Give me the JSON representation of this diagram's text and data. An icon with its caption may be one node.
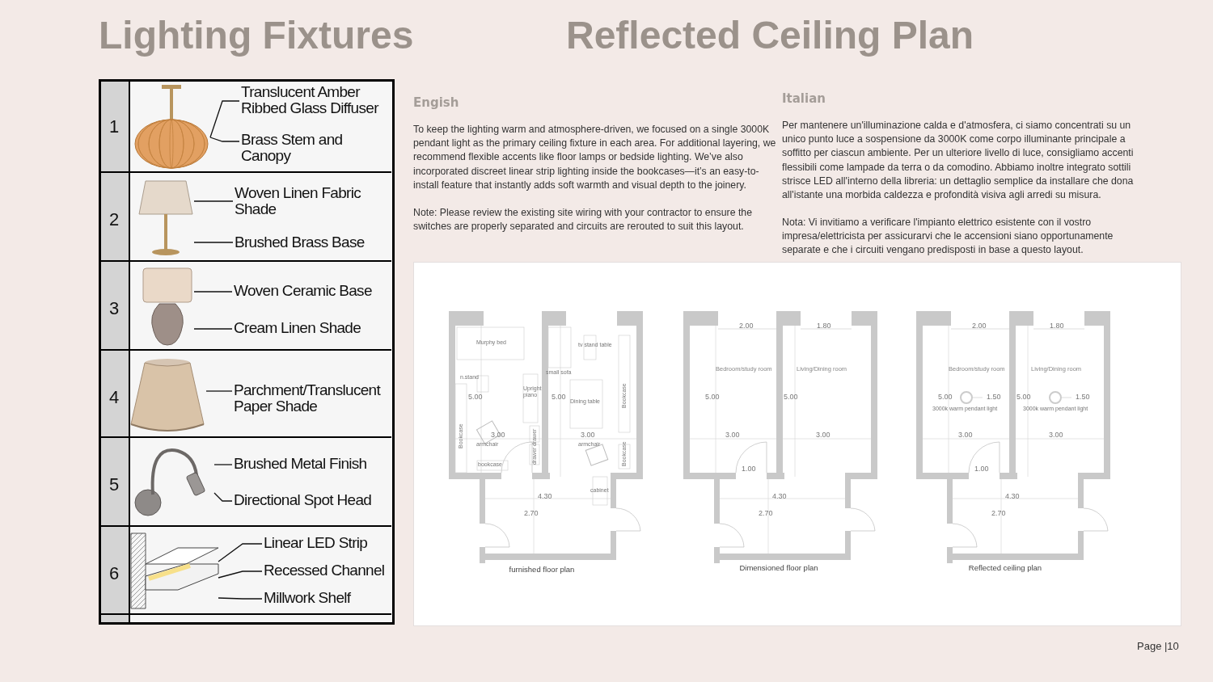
{
  "diagram": {
    "nodes": [
      {
        "text": [],
        "shape": "picture"
      },
      {
        "text": [
          "Translucent Amber Ribbed Glass Diffuser"
        ]
      },
      {
        "text": [
          "Brass Stem and Canopy"
        ]
      },
      {
        "text": [],
        "shape": "picture"
      },
      {
        "text": [
          "Woven Linen Fabric Shade"
        ]
      },
      {
        "text": [
          "Brushed Brass Base"
        ]
      },
      {
        "text": [],
        "shape": "picture"
      },
      {
        "text": [
          "Woven Ceramic Base"
        ]
      },
      {
        "text": [
          "Cream Linen Shade"
        ]
      },
      {
        "text": [],
        "shape": "picture"
      },
      {
        "text": [
          "Parchment/Translucent Paper Shade"
        ]
      },
      {
        "text": [],
        "shape": "picture"
      },
      {
        "text": [
          "Brushed Metal Finish"
        ]
      },
      {
        "text": [
          "Directional Spot Head"
        ]
      },
      {
        "text": [],
        "shape": "picture"
      },
      {
        "text": [
          "Linear LED Strip"
        ]
      },
      {
        "text": [
          "Recessed Channel"
        ]
      },
      {
        "text": [
          "Millwork Shelf"
        ]
      }
    ],
    "edges": [
      {
        "from": 1,
        "to": 0,
        "arrow": "none"
      },
      {
        "from": 2,
        "to": 0,
        "arrow": "none"
      },
      {
        "from": 4,
        "to": 3,
        "arrow": "none"
      },
      {
        "from": 5,
        "to": 3,
        "arrow": "none"
      },
      {
        "from": 7,
        "to": 6,
        "arrow": "none"
      },
      {
        "from": 8,
        "to": 6,
        "arrow": "none"
      },
      {
        "from": 10,
        "to": 9,
        "arrow": "none"
      },
      {
        "from": 12,
        "to": 11,
        "arrow": "none"
      },
      {
        "from": 13,
        "to": 11,
        "arrow": "none"
      },
      {
        "from": 15,
        "to": 14,
        "arrow": "none"
      },
      {
        "from": 16,
        "to": 14,
        "arrow": "none"
      },
      {
        "from": 17,
        "to": 14,
        "arrow": "none"
      }
    ],
    "labels": [
      "Lighting Fixtures",
      "Reflected Ceiling Plan",
      "1",
      "2",
      "3",
      "4",
      "5",
      "6",
      "Engish",
      "To keep the lighting warm and atmosphere-driven, we focused on a single 3000K pendant light as the primary ceiling fixture in each area. For additional layering, we recommend flexible accents like floor lamps or bedside lighting. We’ve also incorporated discreet linear strip lighting inside the bookcases—it’s an easy-to-install feature that instantly adds soft warmth and visual depth to the joinery.",
      "Note: Please review the existing site wiring with your contractor to ensure the switches are properly separated and circuits are rerouted to suit this layout.",
      "Italian",
      "Per mantenere un'illuminazione calda e d'atmosfera, ci siamo concentrati su un unico punto luce a sospensione da 3000K come corpo illuminante principale a soffitto per ciascun ambiente. Per un ulteriore livello di luce, consigliamo accenti flessibili come lampade da terra o da comodino. Abbiamo inoltre integrato sottili strisce LED all'interno della libreria: un dettaglio semplice da installare che dona all'istante una morbida caldezza e profondità visiva agli arredi su misura.",
      "Nota: Vi invitiamo a verificare l'impianto elettrico esistente con il vostro impresa/elettricista per assicurarvi che le accensioni siano opportunamente separate e che i circuiti vengano predisposti in base a questo layout.",
      "Murphy bed",
      "n.stand",
      "Upright piano",
      "small sofa",
      "tv stand table",
      "5.00",
      "5.00",
      "Dining table",
      "Bookcase",
      "Bookcase",
      "3.00",
      "armchair",
      "drawer",
      "3.00",
      "armchair",
      "drawer",
      "Bookcase",
      "bookcase",
      "cabinet",
      "4.30",
      "2.70",
      "furnished floor plan",
      "2.00",
      "1.80",
      "Bedroom/study room",
      "Living/Dining room",
      "5.00",
      "5.00",
      "3.00",
      "3.00",
      "1.00",
      "4.30",
      "2.70",
      "Dimensioned floor plan",
      "2.00",
      "1.80",
      "Bedroom/study room",
      "Living/Dining room",
      "5.00",
      "1.50",
      "5.00",
      "1.50",
      "3000k warm pendant light",
      "3000k warm pendant light",
      "3.00",
      "3.00",
      "1.00",
      "4.30",
      "2.70",
      "Reflected ceiling plan",
      "Page |10"
    ]
  }
}
